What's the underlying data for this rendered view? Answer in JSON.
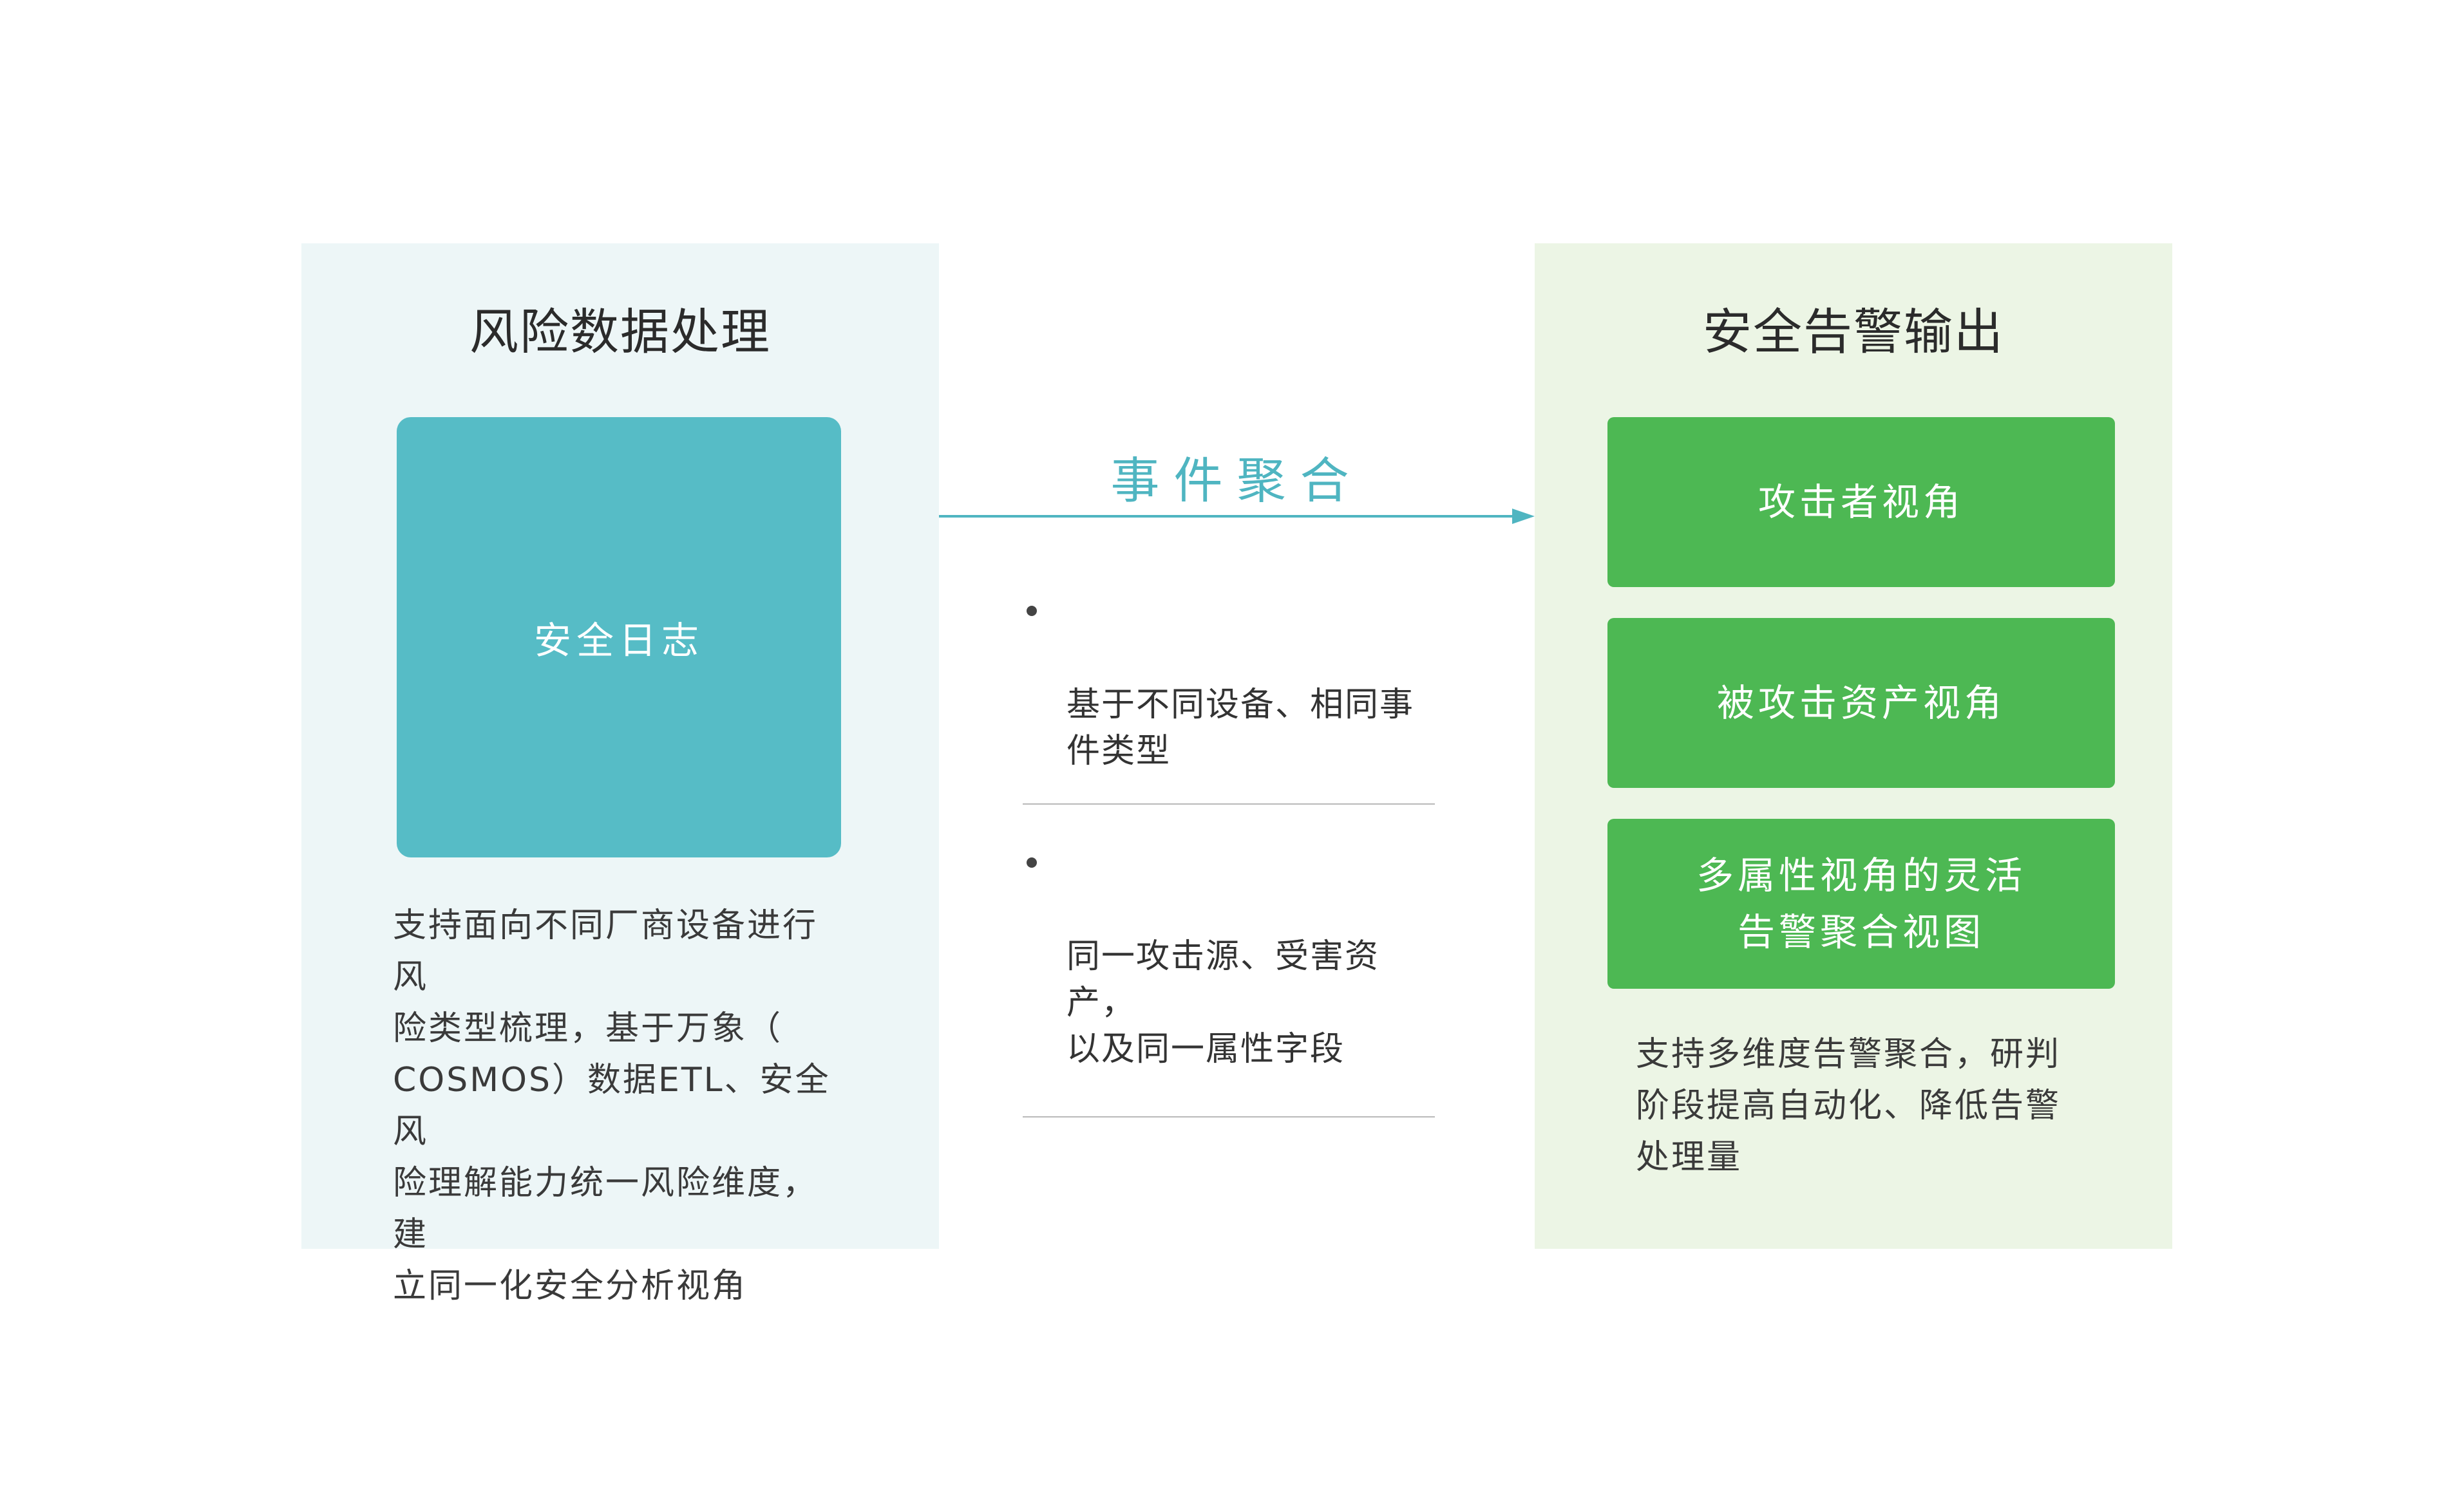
{
  "colors": {
    "left_panel_bg": "#edf6f7",
    "right_panel_bg": "#ecf5e5",
    "teal_box": "#56bcc6",
    "green_box": "#4db853",
    "accent_teal": "#4fb5c1"
  },
  "left_panel": {
    "title": "风险数据处理",
    "box_label": "安全日志",
    "description": "支持面向不同厂商设备进行风\n险类型梳理，基于万象（\nCOSMOS）数据ETL、安全风\n险理解能力统一风险维度，建\n立同一化安全分析视角"
  },
  "middle": {
    "title": "事件聚合",
    "bullets": [
      {
        "text": "基于不同设备、相同事\n件类型"
      },
      {
        "text": "同一攻击源、受害资产，\n以及同一属性字段"
      }
    ]
  },
  "right_panel": {
    "title": "安全告警输出",
    "views": [
      {
        "label": "攻击者视角"
      },
      {
        "label": "被攻击资产视角"
      },
      {
        "label": "多属性视角的灵活\n告警聚合视图"
      }
    ],
    "description": "支持多维度告警聚合，研判\n阶段提高自动化、降低告警\n处理量"
  }
}
